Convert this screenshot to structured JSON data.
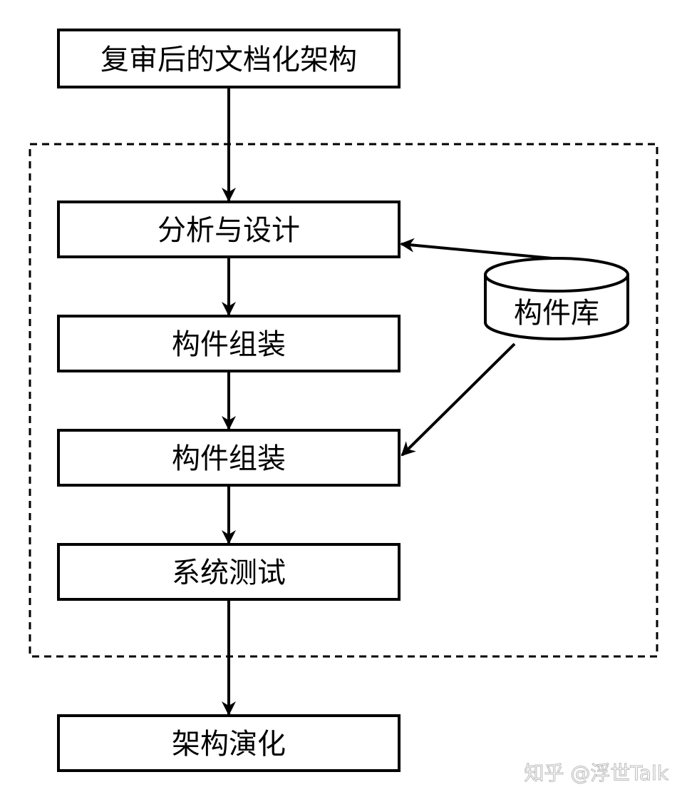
{
  "diagram": {
    "nodes": {
      "reviewed_architecture": "复审后的文档化架构",
      "analysis_design": "分析与设计",
      "component_assembly_1": "构件组装",
      "component_assembly_2": "构件组装",
      "system_test": "系统测试",
      "architecture_evolution": "架构演化",
      "component_library": "构件库"
    },
    "watermark": "知乎 @浮世Talk"
  }
}
